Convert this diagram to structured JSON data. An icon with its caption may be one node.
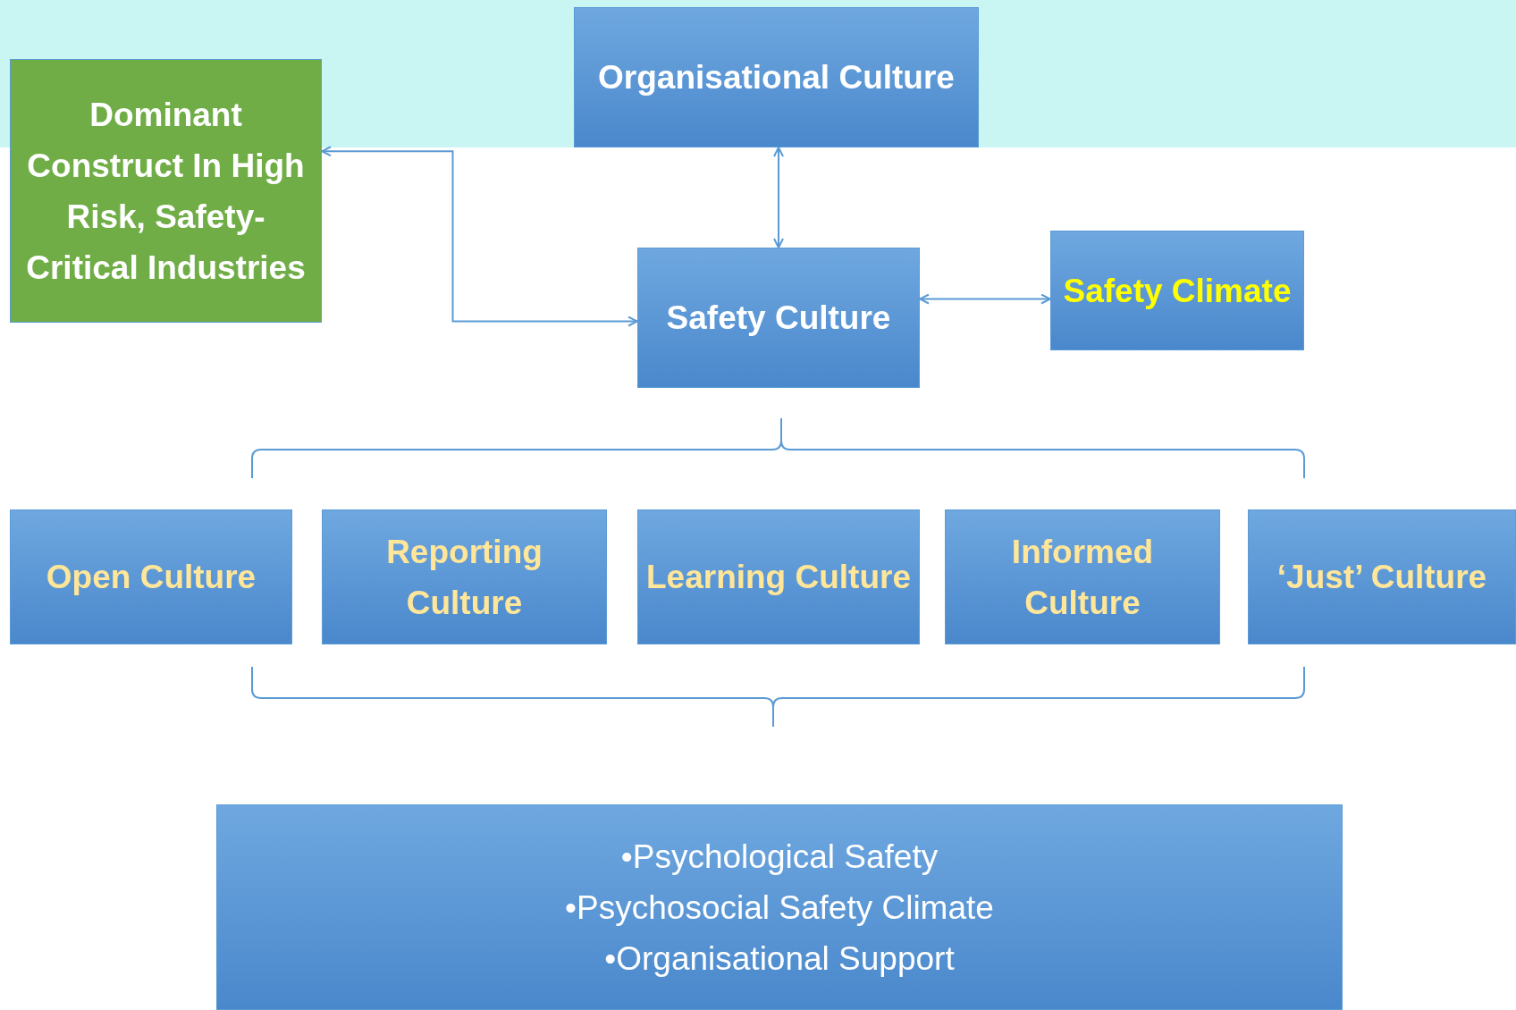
{
  "diagram": {
    "nodes": [
      {
        "text": [
          "Organisational Culture"
        ]
      },
      {
        "text": [
          "Dominant Construct In High Risk, Safety-Critical Industries"
        ]
      },
      {
        "text": [
          "Safety Culture"
        ]
      },
      {
        "text": [
          "Safety Climate"
        ]
      },
      {
        "text": [
          "Open Culture"
        ]
      },
      {
        "text": [
          "Reporting Culture"
        ]
      },
      {
        "text": [
          "Learning Culture"
        ]
      },
      {
        "text": [
          "Informed Culture"
        ]
      },
      {
        "text": [
          "‘Just’ Culture"
        ]
      },
      {
        "text": [
          "•Psychological Safety",
          "•Psychosocial Safety Climate",
          "•Organisational Support"
        ]
      }
    ],
    "edges": [
      {
        "from": 0,
        "to": 2,
        "arrow": "both"
      },
      {
        "from": 1,
        "to": 2,
        "arrow": "both"
      },
      {
        "from": 2,
        "to": 3,
        "arrow": "both"
      }
    ]
  }
}
